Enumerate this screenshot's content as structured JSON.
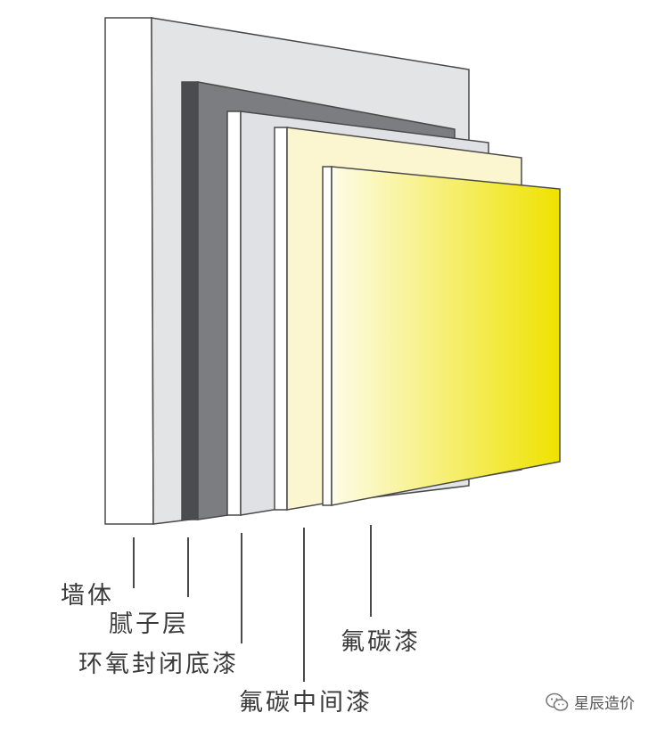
{
  "layers": [
    {
      "label": "墙体"
    },
    {
      "label": "腻子层"
    },
    {
      "label": "环氧封闭底漆"
    },
    {
      "label": "氟碳中间漆"
    },
    {
      "label": "氟碳漆"
    }
  ],
  "colors": {
    "wall_front": "#e3e4e6",
    "wall_side": "#ffffff",
    "putty_front": "#7b7d80",
    "putty_side": "#4a4c4f",
    "primer_front": "#e0e1e4",
    "primer_side": "#ffffff",
    "middle_front": "#fbf6cf",
    "middle_side": "#ffffff",
    "top_gradient_start": "#fdfce8",
    "top_gradient_end": "#efe200",
    "outline": "#4a4a4a",
    "label_text": "#3a3a3a"
  },
  "watermark": {
    "text": "星辰造价",
    "icon": "wechat-icon"
  }
}
